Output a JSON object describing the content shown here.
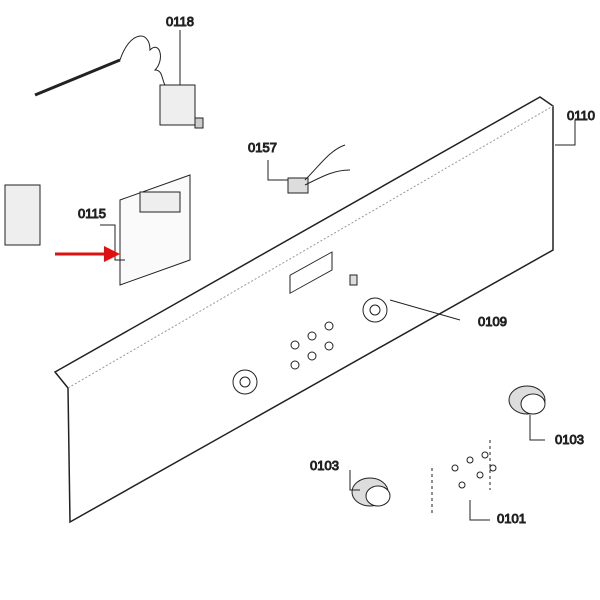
{
  "diagram": {
    "labels": {
      "p0118": "0118",
      "p0110": "0110",
      "p0157": "0157",
      "p0115": "0115",
      "p0109": "0109",
      "p0103_left": "0103",
      "p0103_right": "0103",
      "p0101": "0101"
    },
    "highlighted_part": "0115",
    "arrow_color": "#e01010"
  }
}
